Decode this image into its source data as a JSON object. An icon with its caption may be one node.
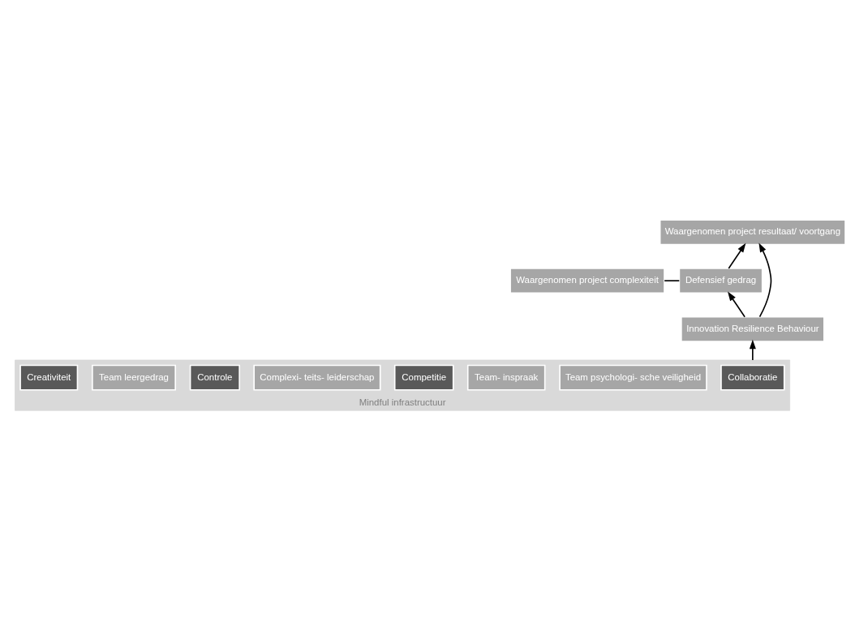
{
  "diagram": {
    "nodes": [
      {
        "text": [
          "Waargenomen project complexiteit"
        ]
      },
      {
        "text": [
          "Defensief gedrag"
        ]
      },
      {
        "text": [
          "Waargenomen project resultaat/ voortgang"
        ]
      },
      {
        "text": [
          "Innovation Resilience Behaviour"
        ]
      },
      {
        "text": [
          "Mindful infrastructuur"
        ]
      },
      {
        "text": [
          "Collaboratie"
        ],
        "in": 4
      },
      {
        "text": [
          "Team psychologi- sche veiligheid"
        ],
        "in": 4
      },
      {
        "text": [
          "Team- inspraak"
        ],
        "in": 4
      },
      {
        "text": [
          "Competitie"
        ],
        "in": 4
      },
      {
        "text": [
          "Complexi- teits- leiderschap"
        ],
        "in": 4
      },
      {
        "text": [
          "Controle"
        ],
        "in": 4
      },
      {
        "text": [
          "Team leergedrag"
        ],
        "in": 4
      },
      {
        "text": [
          "Creativiteit"
        ],
        "in": 4
      }
    ],
    "edges": [
      {
        "from": 0,
        "to": 1,
        "arrow": "none"
      },
      {
        "from": 1,
        "to": 2,
        "arrow": "to"
      },
      {
        "from": 3,
        "to": 1,
        "arrow": "to"
      },
      {
        "from": 3,
        "to": 2,
        "arrow": "to"
      },
      {
        "from": 4,
        "to": 3,
        "arrow": "to"
      }
    ]
  }
}
